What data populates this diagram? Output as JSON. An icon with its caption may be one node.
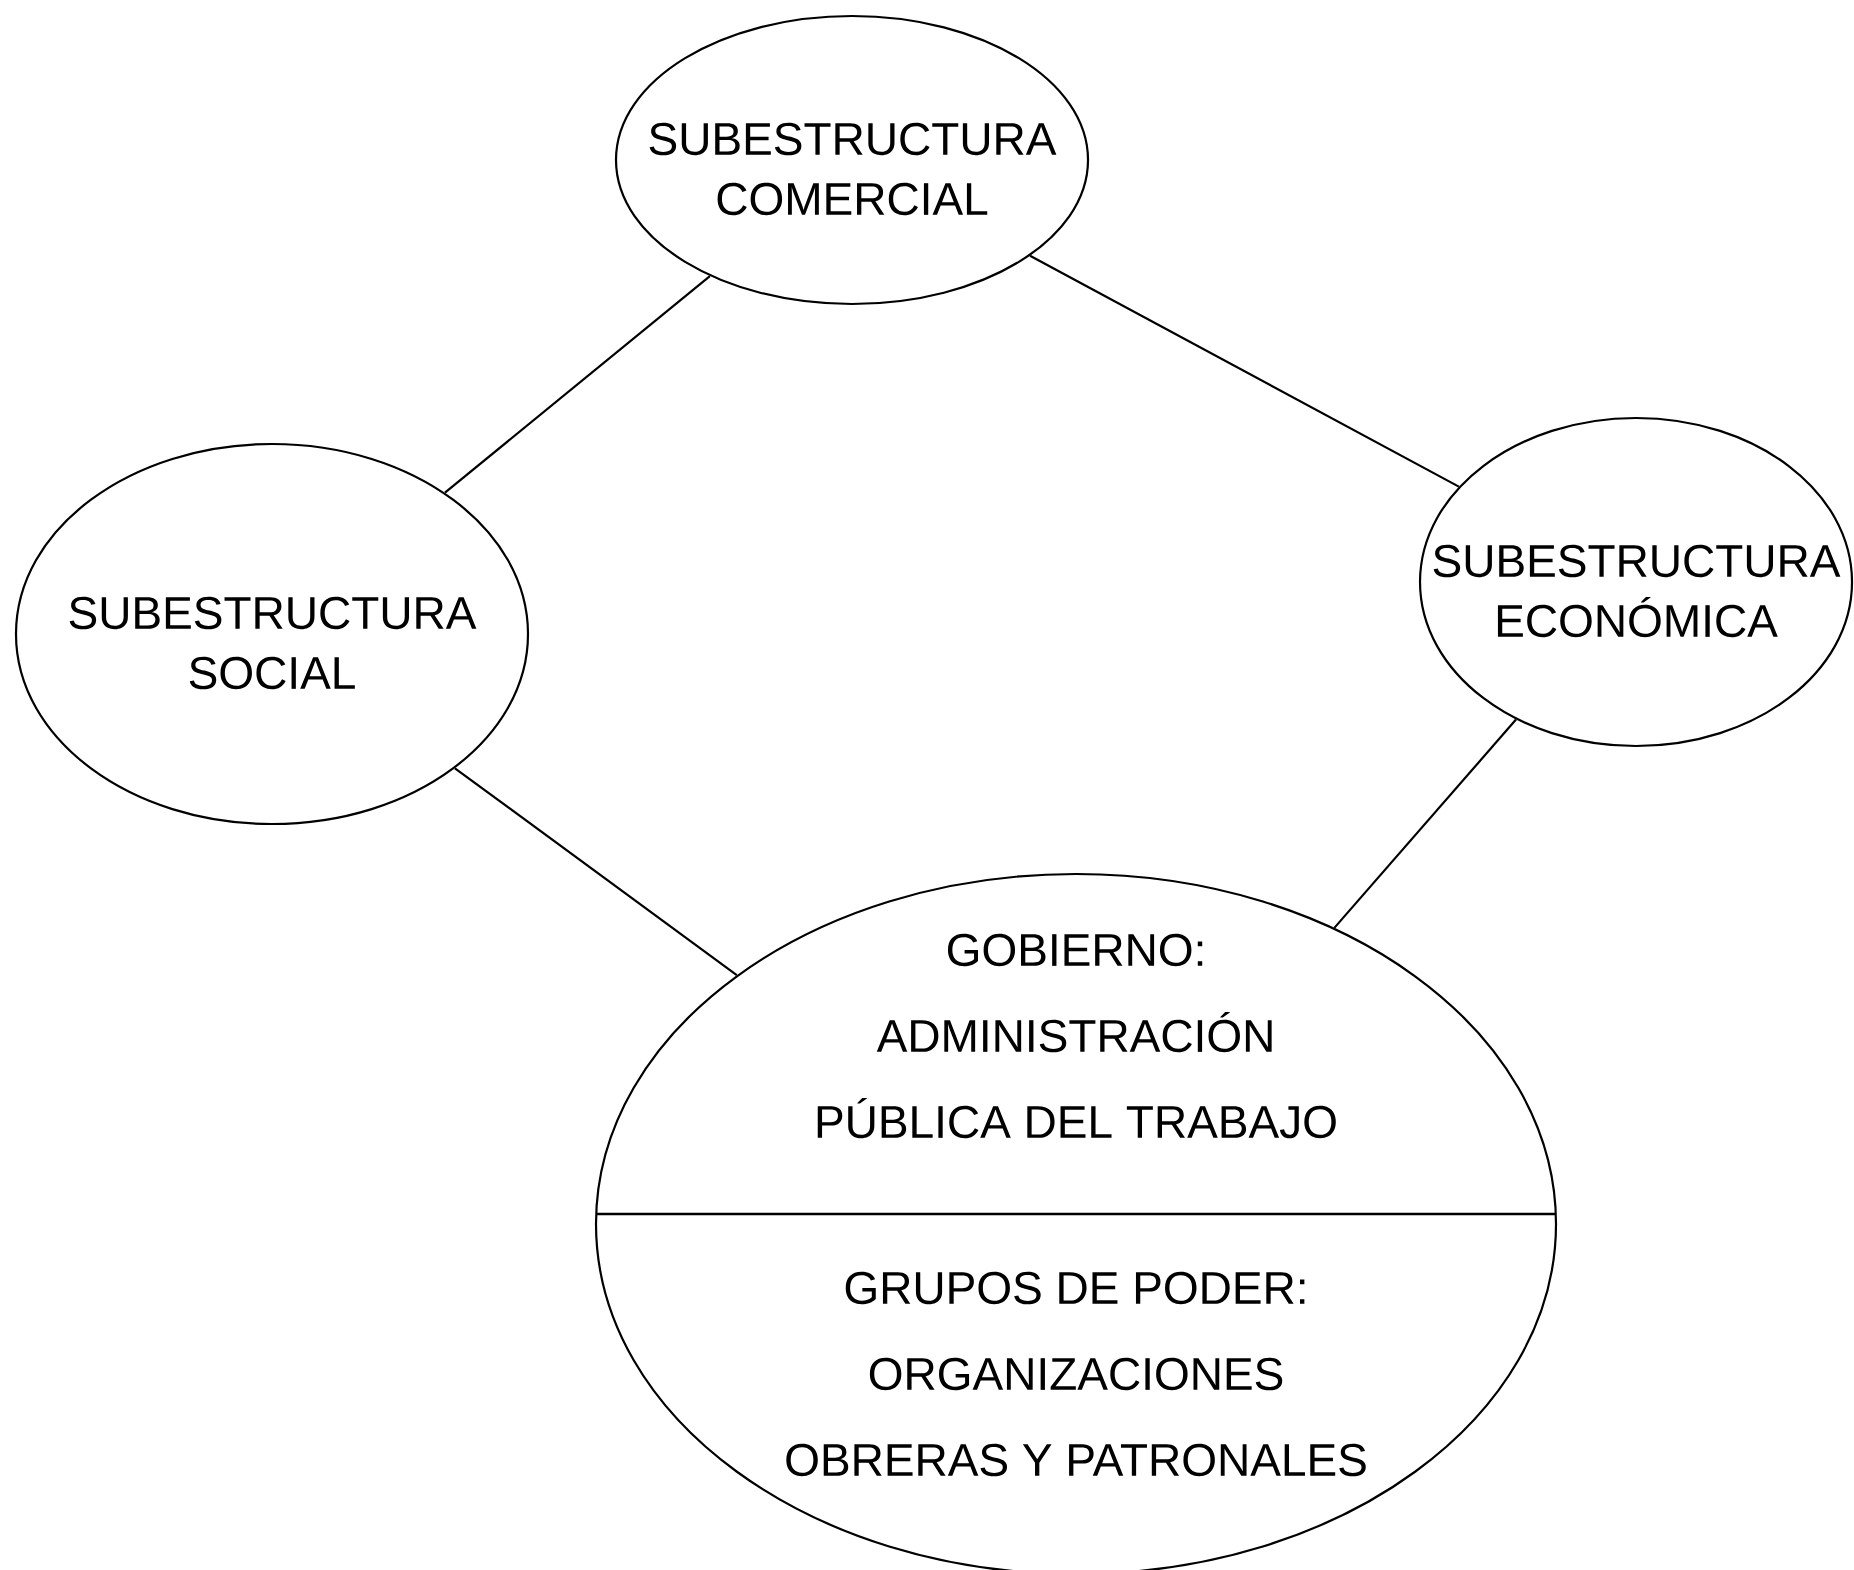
{
  "diagram": {
    "nodes": [
      {
        "text": [
          "SUBESTRUCTURA COMERCIAL"
        ]
      },
      {
        "text": [
          "SUBESTRUCTURA SOCIAL"
        ]
      },
      {
        "text": [
          "SUBESTRUCTURA ECONÓMICA"
        ]
      },
      {
        "text": [
          "GOBIERNO:",
          "ADMINISTRACIÓN PÚBLICA DEL TRABAJO",
          "GRUPOS DE PODER:",
          "ORGANIZACIONES OBRERAS Y PATRONALES"
        ]
      }
    ],
    "edges": [
      {
        "from": 0,
        "to": 1,
        "arrow": "none"
      },
      {
        "from": 0,
        "to": 2,
        "arrow": "none"
      },
      {
        "from": 1,
        "to": 3,
        "arrow": "none"
      },
      {
        "from": 2,
        "to": 3,
        "arrow": "none"
      }
    ]
  }
}
